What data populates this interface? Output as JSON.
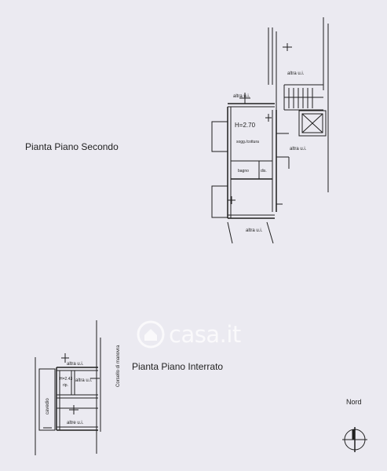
{
  "plans": {
    "second_floor_title": "Pianta Piano Secondo",
    "basement_title": "Pianta Piano Interrato"
  },
  "second_floor": {
    "altra_top_right": "altra u.i.",
    "altra_top_left": "altra u.i.",
    "height": "H=2.70",
    "living": "sogg./cottura",
    "altra_right": "altra u.i.",
    "bathroom": "bagno",
    "closet": "dis.",
    "altra_bottom": "altra u.i."
  },
  "basement": {
    "corridor": "Corsello di manovra",
    "altra_top": "altra u.i.",
    "height": "H=2.43",
    "storage": "rip.",
    "altra_mid": "altra u.i.",
    "courtyard": "cavedio",
    "altre_bottom": "altre u.i."
  },
  "watermark": {
    "text": "casa.it"
  },
  "compass": {
    "label": "Nord"
  },
  "colors": {
    "background": "#ebeaf1",
    "line": "#1f1f1f"
  }
}
